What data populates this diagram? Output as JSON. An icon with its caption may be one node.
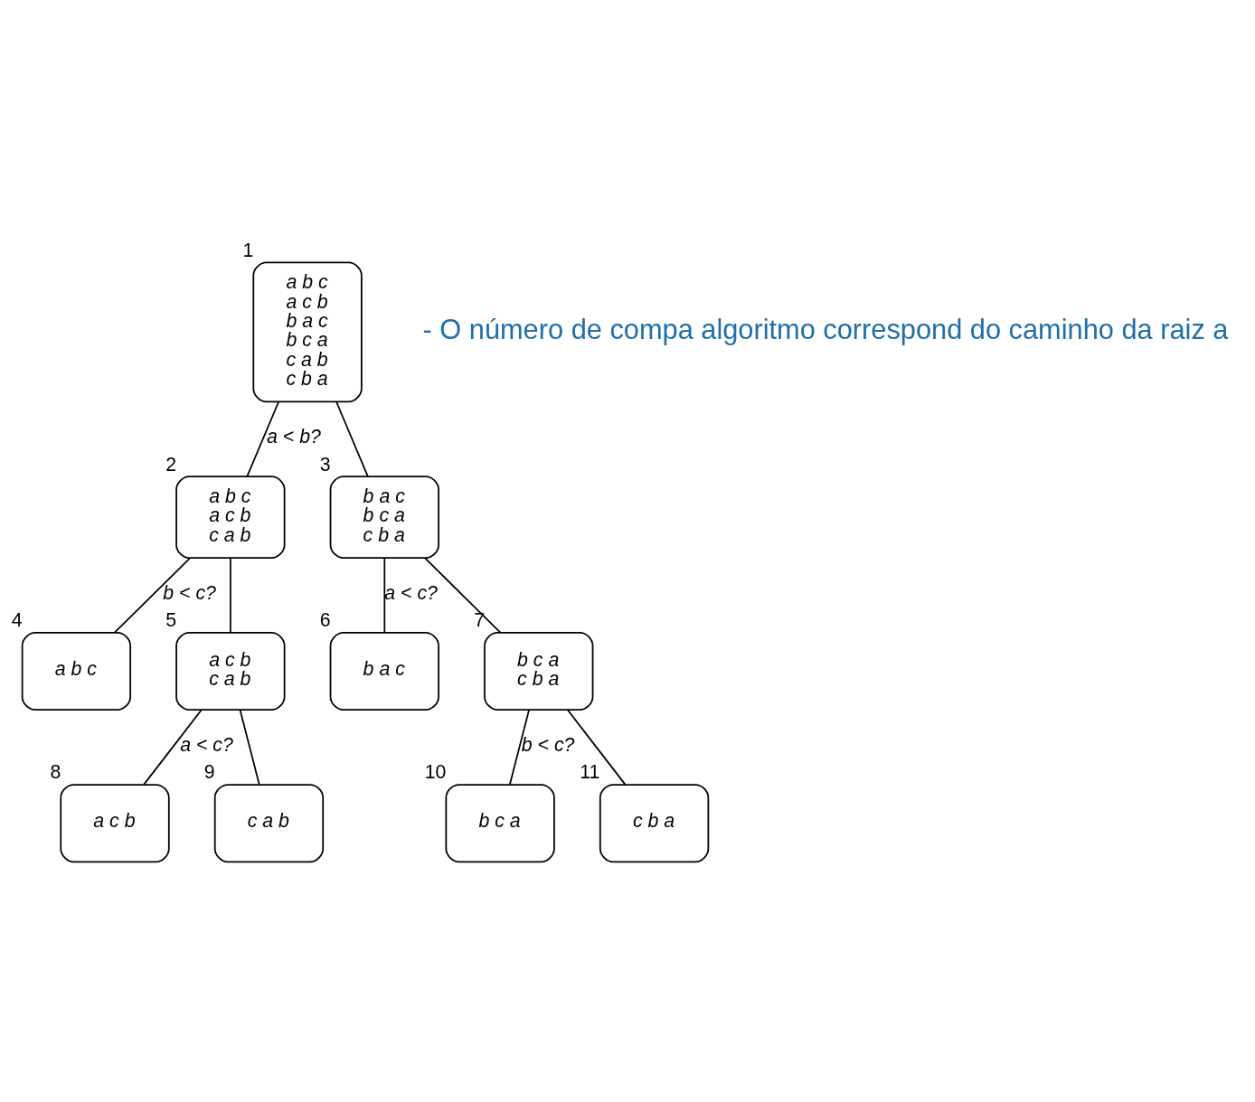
{
  "diagram": {
    "nodes": [
      {
        "text": [
          "a b c",
          "a c b",
          "b a c",
          "b c a",
          "c a b",
          "c b a"
        ],
        "beside": [
          "1"
        ]
      },
      {
        "text": [
          "a b c",
          "a c b",
          "c a b"
        ],
        "beside": [
          "2"
        ]
      },
      {
        "text": [
          "b a c",
          "b c a",
          "c b a"
        ],
        "beside": [
          "3"
        ]
      },
      {
        "text": [
          "a b c"
        ],
        "beside": [
          "4"
        ]
      },
      {
        "text": [
          "a c b",
          "c a b"
        ],
        "beside": [
          "5"
        ]
      },
      {
        "text": [
          "b a c"
        ],
        "beside": [
          "6"
        ]
      },
      {
        "text": [
          "b c a",
          "c b a"
        ],
        "beside": [
          "7"
        ]
      },
      {
        "text": [
          "a c b"
        ],
        "beside": [
          "8"
        ]
      },
      {
        "text": [
          "c a b"
        ],
        "beside": [
          "9"
        ]
      },
      {
        "text": [
          "b c a"
        ],
        "beside": [
          "10"
        ]
      },
      {
        "text": [
          "c b a"
        ],
        "beside": [
          "11"
        ]
      }
    ],
    "edges": [
      {
        "from": 0,
        "to": 1,
        "arrow": "none",
        "label": "a < b?"
      },
      {
        "from": 0,
        "to": 2,
        "arrow": "none"
      },
      {
        "from": 1,
        "to": 3,
        "arrow": "none",
        "label": "b < c?"
      },
      {
        "from": 1,
        "to": 4,
        "arrow": "none"
      },
      {
        "from": 2,
        "to": 5,
        "arrow": "none",
        "label": "a < c?"
      },
      {
        "from": 2,
        "to": 6,
        "arrow": "none"
      },
      {
        "from": 4,
        "to": 7,
        "arrow": "none",
        "label": "a < c?"
      },
      {
        "from": 4,
        "to": 8,
        "arrow": "none"
      },
      {
        "from": 6,
        "to": 9,
        "arrow": "none",
        "label": "b < c?"
      },
      {
        "from": 6,
        "to": 10,
        "arrow": "none"
      }
    ],
    "labels": [
      "- O número de compa algoritmo correspond do caminho da raiz a"
    ]
  }
}
